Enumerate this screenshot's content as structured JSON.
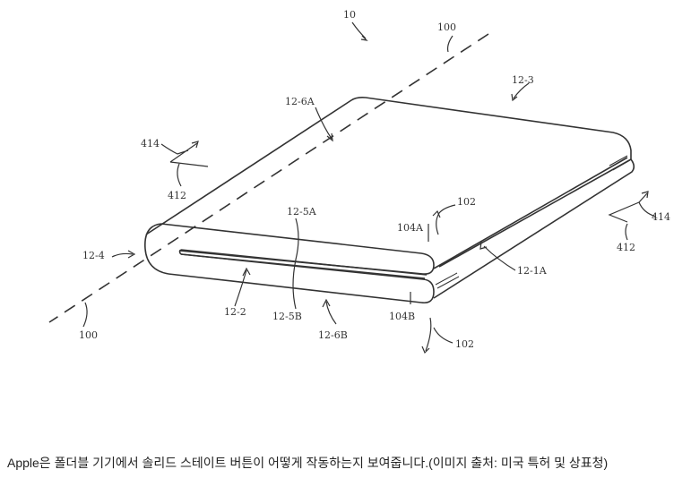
{
  "figure": {
    "labels": {
      "l10": "10",
      "l100_top": "100",
      "l100_bottom": "100",
      "l12_3": "12-3",
      "l12_6A": "12-6A",
      "l414_left": "414",
      "l412_left": "412",
      "l414_right": "414",
      "l412_right": "412",
      "l102_top": "102",
      "l102_bottom": "102",
      "l12_5A": "12-5A",
      "l104A": "104A",
      "l12_4": "12-4",
      "l12_1A": "12-1A",
      "l12_2": "12-2",
      "l12_5B": "12-5B",
      "l104B": "104B",
      "l12_6B": "12-6B"
    }
  },
  "caption": "Apple은 폴더블 기기에서 솔리드 스테이트 버튼이 어떻게 작동하는지 보여줍니다.(이미지 출처: 미국 특허 및 상표청)"
}
